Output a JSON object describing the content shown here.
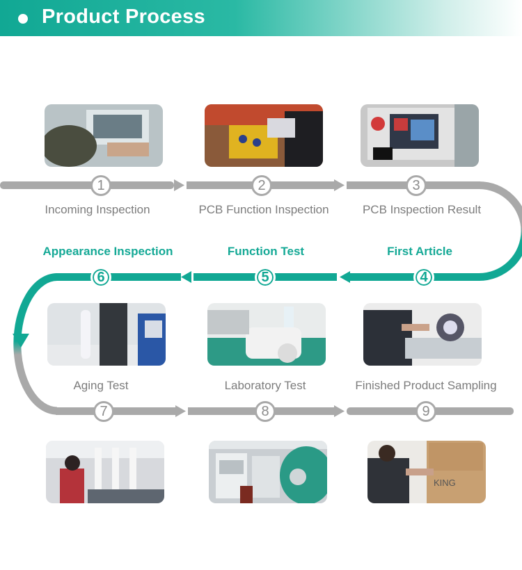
{
  "header": {
    "title": "Product Process"
  },
  "colors": {
    "teal": "#11a894",
    "gray": "#a9a9a9",
    "label_gray": "#7c7c7c"
  },
  "steps": [
    {
      "number": "1",
      "label": "Incoming Inspection",
      "image": "incoming-inspection-photo"
    },
    {
      "number": "2",
      "label": "PCB Function Inspection",
      "image": "pcb-function-inspection-photo"
    },
    {
      "number": "3",
      "label": "PCB Inspection Result",
      "image": "pcb-inspection-result-photo"
    },
    {
      "number": "4",
      "label": "First Article",
      "image": "first-article-photo"
    },
    {
      "number": "5",
      "label": "Function Test",
      "image": "function-test-photo"
    },
    {
      "number": "6",
      "label": "Appearance Inspection",
      "image": "appearance-inspection-photo"
    },
    {
      "number": "7",
      "label": "Aging Test",
      "image": "aging-test-photo"
    },
    {
      "number": "8",
      "label": "Laboratory Test",
      "image": "laboratory-test-photo"
    },
    {
      "number": "9",
      "label": "Finished Product Sampling",
      "image": "finished-product-sampling-photo"
    }
  ]
}
